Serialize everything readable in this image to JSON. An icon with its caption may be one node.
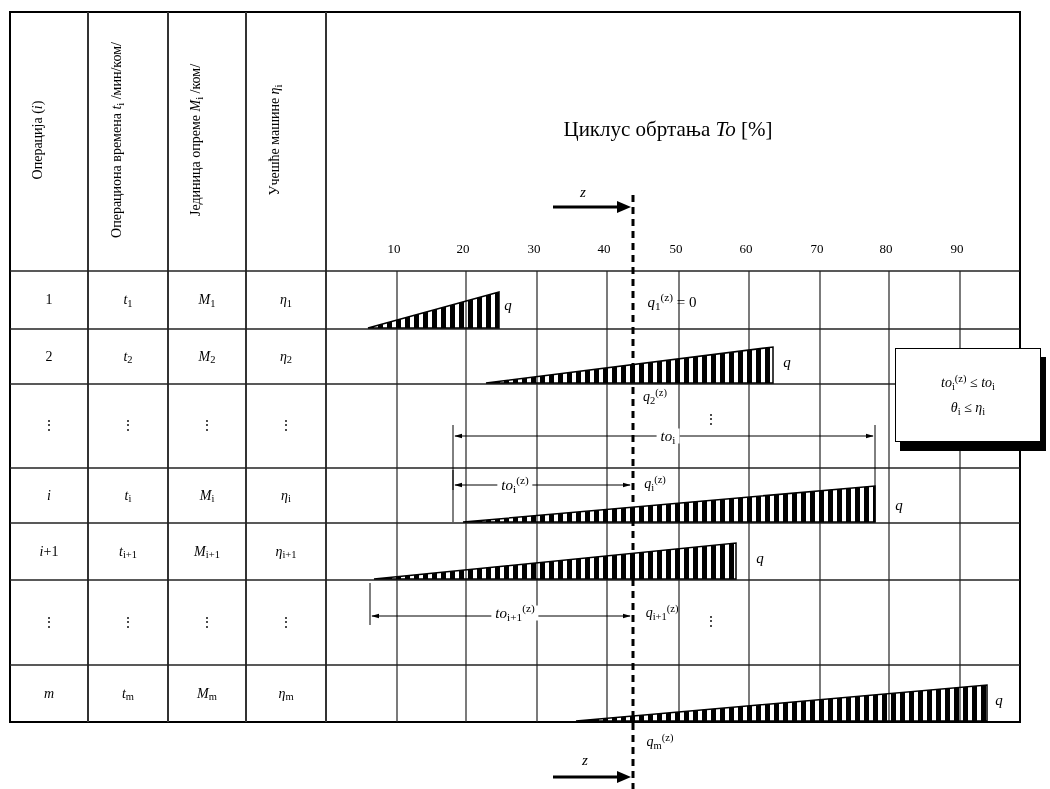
{
  "diagram": {
    "title": "Циклус обртања *To* [%]",
    "nodes": [
      {
        "text": [
          "*to*$_{i}$$^{(z)}$ ≤ *to*$_{i}$",
          "*θ*$_{i}$ ≤ *η*$_{i}$"
        ]
      }
    ],
    "labels": [
      "Операција (*i*)",
      "Операциона времена *t*$_{i}$ /мин/ком/",
      "Јединица опреме *M*$_{i}$ /ком/",
      "Учешће машине *η*$_{i}$",
      "1",
      "*t*$_{1}$",
      "*M*$_{1}$",
      "*η*$_{1}$",
      "2",
      "*t*$_{2}$",
      "*M*$_{2}$",
      "*η*$_{2}$",
      "⋮",
      "⋮",
      "⋮",
      "⋮",
      "*i*",
      "*t*$_{i}$",
      "*M*$_{i}$",
      "*η*$_{i}$",
      "*i*+1",
      "*t*$_{i+1}$",
      "*M*$_{i+1}$",
      "*η*$_{i+1}$",
      "⋮",
      "⋮",
      "⋮",
      "⋮",
      "*m*",
      "*t*$_{m}$",
      "*M*$_{m}$",
      "*η*$_{m}$",
      "10",
      "20",
      "30",
      "40",
      "50",
      "60",
      "70",
      "80",
      "90",
      "*z*",
      "*q*",
      "*q*$_{1}$$^{(z)}$ = 0",
      "*q*",
      "*q*$_{2}$$^{(z)}$",
      "⋮",
      "*to*$_{i}$",
      "*to*$_{i}$$^{(z)}$",
      "*q*$_{i}$$^{(z)}$",
      "*q*",
      "*q*",
      "*to*$_{i+1}$$^{(z)}$",
      "*q*$_{i+1}$$^{(z)}$",
      "⋮",
      "*q*",
      "*q*$_{m}$$^{(z)}$",
      "*z*"
    ]
  }
}
